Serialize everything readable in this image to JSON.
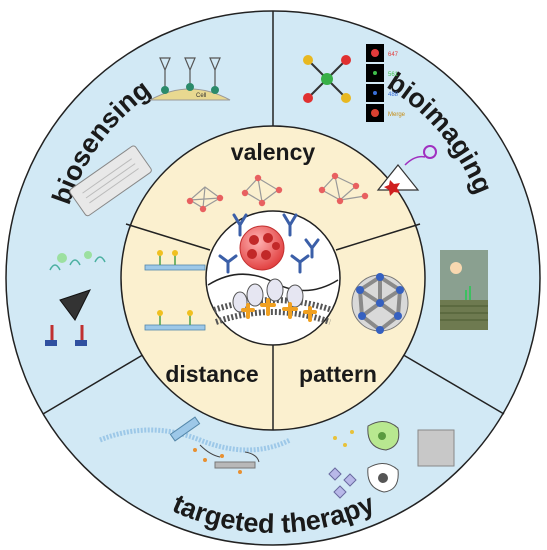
{
  "outer_ring": {
    "sections": [
      {
        "label": "biosensing"
      },
      {
        "label": "bioimaging"
      },
      {
        "label": "targeted therapy"
      }
    ],
    "cell_label": "Cell",
    "imaging_channels": [
      "647",
      "561",
      "488",
      "Merge"
    ]
  },
  "inner_ring": {
    "sections": [
      {
        "label": "valency"
      },
      {
        "label": "distance"
      },
      {
        "label": "pattern"
      }
    ]
  },
  "colors": {
    "outer_fill": "#d2e9f5",
    "inner_fill": "#fbf0cf",
    "stroke": "#222222",
    "ch_647": "#e23a3a",
    "ch_561": "#3fbf4a",
    "ch_488": "#3a6fd8",
    "ch_merge": "#e8c23a"
  }
}
